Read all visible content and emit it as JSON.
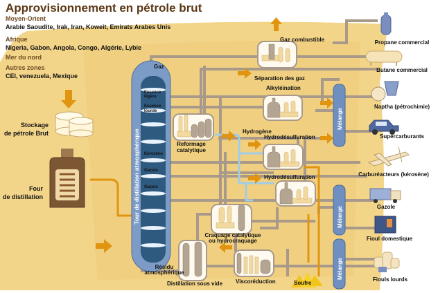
{
  "title": "Approvisionnement en pétrole brut",
  "regions": [
    {
      "name": "Moyen-Orient",
      "countries": "Arabie Saoudite, Irak, Iran, Koweit, Emirats Arabes Unis"
    },
    {
      "name": "Afrique",
      "countries": "Nigeria, Gabon, Angola, Congo, Algérie, Lybie"
    },
    {
      "name": "Mer du nord",
      "countries": ""
    },
    {
      "name": "Autres zones",
      "countries": "CEI, venezuela, Mexique"
    }
  ],
  "left": {
    "storage": [
      "Stockage",
      "de pétrole Brut"
    ],
    "furnace": [
      "Four",
      "de distillation"
    ]
  },
  "tower": {
    "label": "Tour de distillation atmosphérique",
    "cuts": [
      "Essence",
      "légère",
      "Essence",
      "lourde",
      "Kérozène",
      "Gazole",
      "Gazole"
    ]
  },
  "process": {
    "gaz": "Gaz",
    "gaz_combustible": "Gaz combustible",
    "separation": "Séparation des gaz",
    "alkylation": "Alkyléination",
    "reformage": [
      "Reformage",
      "catalytique"
    ],
    "hydrogene": "Hydrogène",
    "hds1": "Hydrodésulfuration",
    "hds2": "Hydrodésulfuration",
    "craquage": [
      "Craquage catalytique",
      "ou hydrocraquage"
    ],
    "residu": [
      "Résidu",
      "atmosphérique"
    ],
    "distillation_vide": "Distillation sous vide",
    "viscoreduction": "Viscoréduction",
    "soufre": "Soufre",
    "melange": "Mélange"
  },
  "products": [
    {
      "label": "Propane commercial",
      "icon": "gas-bottle-icon"
    },
    {
      "label": "Butane commercial",
      "icon": "tank-icon"
    },
    {
      "label": "Naptha (pétrochimie)",
      "icon": "ball-bucket-icon"
    },
    {
      "label": "Supercarburants",
      "icon": "car-icon"
    },
    {
      "label": "Carburéacteurs (kérosène)",
      "icon": "airplane-icon"
    },
    {
      "label": "Gazole",
      "icon": "truck-icon"
    },
    {
      "label": "Fioul domestique",
      "icon": "heater-icon"
    },
    {
      "label": "Fiouls lourds",
      "icon": "industrial-tanks-icon"
    }
  ],
  "colors": {
    "background": "#f3d58a",
    "pipe": "#a8998a",
    "arrow": "#e0940f",
    "tower": "#6f8fc0",
    "hydrogen": "#9fcde8"
  }
}
